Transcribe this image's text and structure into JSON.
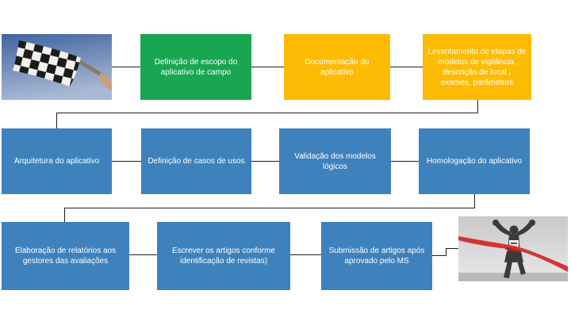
{
  "colors": {
    "green_box": "#18a750",
    "yellow_box": "#fdbb04",
    "blue_box": "#3e82bd",
    "box_text": "#ffffff",
    "connector": "#1f1f1f",
    "background": "#ffffff"
  },
  "flow": {
    "row1": {
      "flag_image_alt": "Checkered racing flag waving against a blue sky",
      "box1": "Definição de escopo do aplicativo de campo",
      "box2": "Documentação do aplicativo",
      "box3": "Levantamento de etapas de modelos de vigilância, descrição de local , exames, parâmetros"
    },
    "row2": {
      "box1": "Arquitetura do aplicativo",
      "box2": "Definição de casos de usos",
      "box3": "Validação dos modelos lógicos",
      "box4": "Homologação do aplicativo"
    },
    "row3": {
      "box1": "Elaboração de relatórios aos gestores das avaliações",
      "box2": "Escrever os artigos conforme identificação de revistas)",
      "box3": "Submissão de artigos após aprovado pelo MS",
      "runner_image_alt": "Runner with raised arms crossing a red finish line ribbon"
    }
  }
}
